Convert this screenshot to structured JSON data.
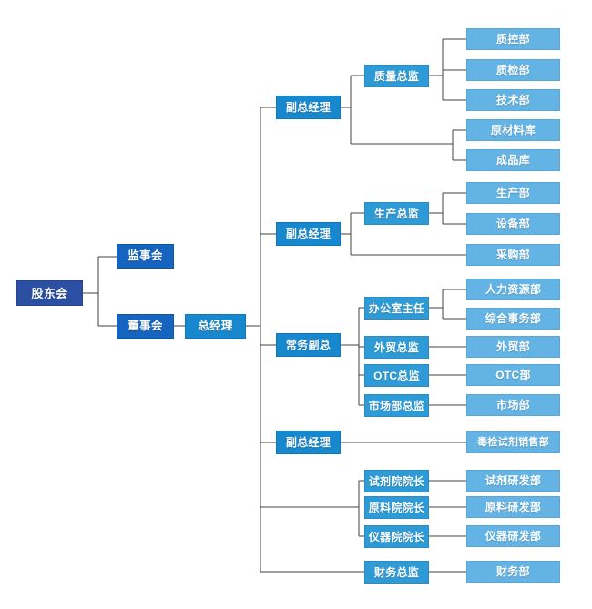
{
  "chart": {
    "type": "org-chart",
    "title": "",
    "orientation": "left-to-right",
    "colors": {
      "root": "#2B4FA2",
      "board": "#1565C0",
      "general_manager": "#1787CE",
      "vice_president": "#1787CE",
      "director": "#2E9BD6",
      "department": "#63B4E4",
      "connector": "#404040",
      "background": "#FFFFFF"
    },
    "nodes": {
      "shareholders": "股东会",
      "supervisory_board": "监事会",
      "board_of_directors": "董事会",
      "general_manager": "总经理",
      "vp_quality": "副总经理",
      "vp_production": "副总经理",
      "executive_vp": "常务副总",
      "vp_sales": "副总经理",
      "cfo": "财务总监",
      "dir_quality": "质量总监",
      "dir_production": "生产总监",
      "dir_office": "办公室主任",
      "dir_foreign_trade": "外贸总监",
      "dir_otc": "OTC总监",
      "dir_marketing": "市场部总监",
      "dean_reagent": "试剂院院长",
      "dean_material": "原料院院长",
      "dean_instrument": "仪器院院长",
      "dept_quality_control": "质控部",
      "dept_quality_inspection": "质检部",
      "dept_technology": "技术部",
      "dept_raw_material_warehouse": "原材料库",
      "dept_finished_goods_warehouse": "成品库",
      "dept_production": "生产部",
      "dept_equipment": "设备部",
      "dept_purchasing": "采购部",
      "dept_human_resources": "人力资源部",
      "dept_general_affairs": "综合事务部",
      "dept_foreign_trade": "外贸部",
      "dept_otc": "OTC部",
      "dept_marketing": "市场部",
      "dept_toxicology_reagent_sales": "毒检试剂销售部",
      "dept_reagent_rd": "试剂研发部",
      "dept_material_rd": "原料研发部",
      "dept_instrument_rd": "仪器研发部",
      "dept_finance": "财务部"
    }
  }
}
